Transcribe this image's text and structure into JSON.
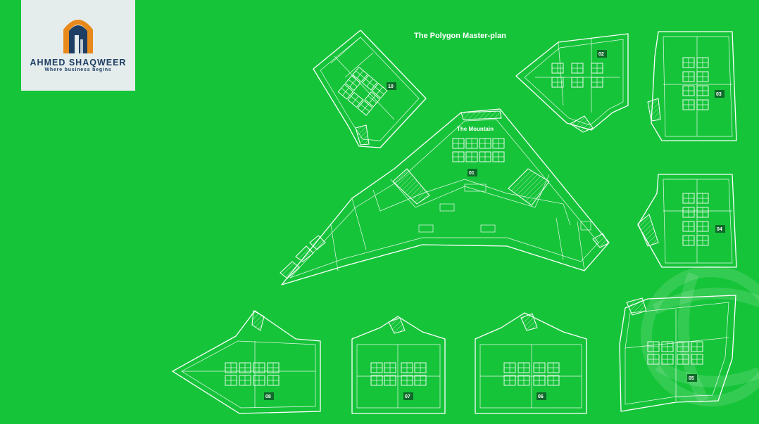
{
  "logo": {
    "name": "AHMED SHAQWEER",
    "tagline": "Where business begins",
    "colors": {
      "primary": "#1f3e63",
      "accent": "#e8891c",
      "background": "#e4ecec"
    }
  },
  "plan": {
    "title": "The Polygon Master-plan",
    "mountain_label": "The Mountain",
    "buildings": [
      "01",
      "02",
      "03",
      "04",
      "05",
      "06",
      "07",
      "08",
      "10"
    ],
    "colors": {
      "background": "#16c43a",
      "lines": "#ffffff",
      "badge": "#0f6a2a"
    }
  }
}
